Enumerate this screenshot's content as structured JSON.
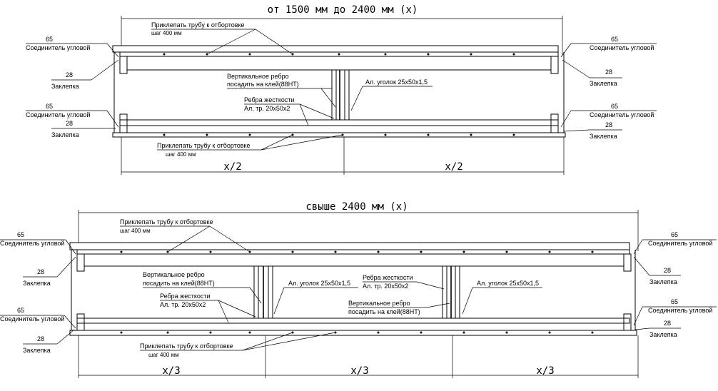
{
  "top": {
    "title": "от 1500 мм до 2400 мм (x)",
    "note_rivet_top_1": "Приклепать трубу к отбортовке",
    "note_rivet_top_2": "шаг 400 мм",
    "note_rivet_bottom_1": "Приклепать трубу к отбортовке",
    "note_rivet_bottom_2": "шаг 400 мм",
    "vert_rib_1": "Вертикальное ребро",
    "vert_rib_2": "посадить на клей(88НТ)",
    "stiff_1": "Ребра жесткости",
    "stiff_2": "Ал. тр. 20х50х2",
    "angle": "Ал. уголок 25х50х1,5",
    "left_upper_num": "65",
    "left_upper_label": "Соединитель угловой",
    "left_rivet_num": "28",
    "left_rivet_label": "Заклепка",
    "left_lower_num": "65",
    "left_lower_label": "Соединитель угловой",
    "left_lower_rivet_num": "28",
    "left_lower_rivet_label": "Заклепка",
    "right_upper_num": "65",
    "right_upper_label": "Соединитель угловой",
    "right_rivet_num": "28",
    "right_rivet_label": "Заклепка",
    "right_lower_num": "65",
    "right_lower_label": "Соединитель угловой",
    "right_lower_rivet_num": "28",
    "right_lower_rivet_label": "Заклепка",
    "dim_left": "x/2",
    "dim_right": "x/2"
  },
  "bottom": {
    "title": "свыше 2400 мм (x)",
    "note_rivet_top_1": "Приклепать трубу к отбортовке",
    "note_rivet_top_2": "шаг 400 мм",
    "note_rivet_bottom_1": "Приклепать трубу к отбортовке",
    "note_rivet_bottom_2": "шаг 400 мм",
    "vert_rib_l_1": "Вертикальное ребро",
    "vert_rib_l_2": "посадить на клей(88НТ)",
    "stiff_l_1": "Ребра жесткости",
    "stiff_l_2": "Ал. тр. 20х50х2",
    "angle_l": "Ал. уголок 25х50х1,5",
    "stiff_r_1": "Ребра жесткости",
    "stiff_r_2": "Ал. тр. 20х50х2",
    "vert_rib_r_1": "Вертикальное ребро",
    "vert_rib_r_2": "посадить на клей(88НТ)",
    "angle_r": "Ал. уголок 25х50х1,5",
    "left_upper_num": "65",
    "left_upper_label": "Соединитель угловой",
    "left_rivet_num": "28",
    "left_rivet_label": "Заклепка",
    "left_lower_num": "65",
    "left_lower_label": "Соединитель угловой",
    "left_lower_rivet_num": "28",
    "left_lower_rivet_label": "Заклепка",
    "right_upper_num": "65",
    "right_upper_label": "Соединитель угловой",
    "right_rivet_num": "28",
    "right_rivet_label": "Заклепка",
    "right_lower_num": "65",
    "right_lower_label": "Соединитель угловой",
    "right_lower_rivet_num": "28",
    "right_lower_rivet_label": "Заклепка",
    "dim_1": "x/3",
    "dim_2": "x/3",
    "dim_3": "x/3"
  }
}
